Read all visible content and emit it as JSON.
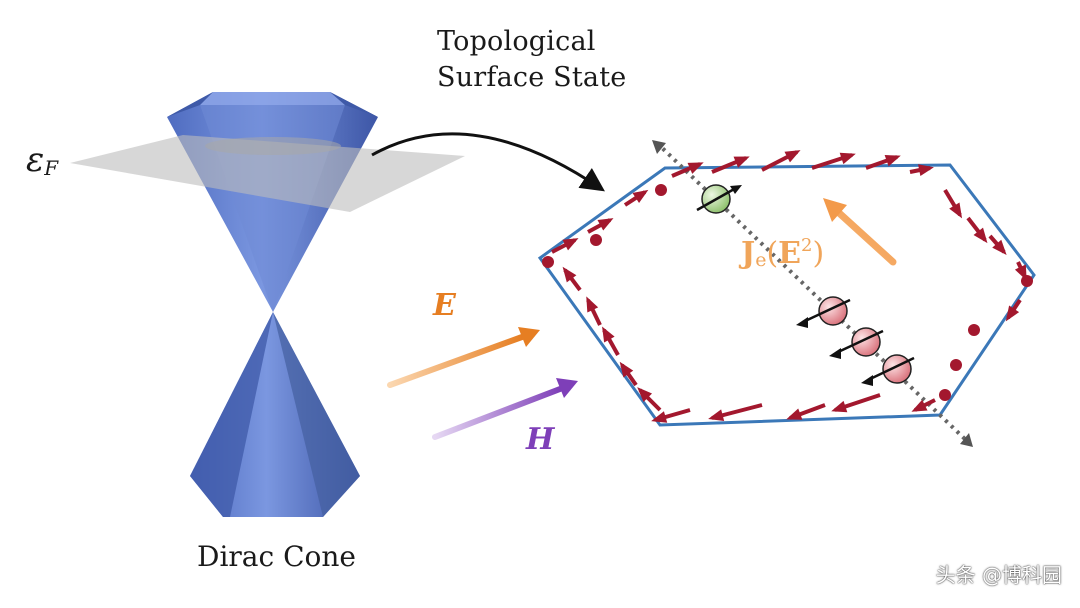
{
  "labels": {
    "topological_line1": "Topological",
    "topological_line2": "Surface State",
    "dirac_cone": "Dirac Cone",
    "fermi_symbol": "ε",
    "fermi_sub": "F",
    "electric_field": "E",
    "magnetic_field": "H",
    "current_main": "J",
    "current_sub": "e",
    "current_arg": "E",
    "current_exp": "2",
    "watermark": "头条 @博科园"
  },
  "colors": {
    "cone": "#5f7fd0",
    "cone_dark": "#3f5aa8",
    "fermi_plane": "#c8c8c8",
    "hexagon_edge": "#3b78b8",
    "spin_arrow": "#a3182e",
    "electric_field": "#e67e22",
    "magnetic_field": "#7e3fb8",
    "current_arrow": "#f0a55a",
    "electron_green": "#a8d08d",
    "electron_red": "#e88d96"
  }
}
